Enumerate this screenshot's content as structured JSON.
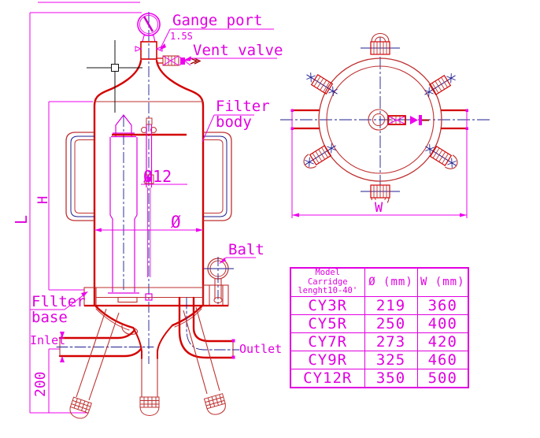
{
  "labels": {
    "gauge_port": "Gange port",
    "gauge_port_size": "1.5S",
    "vent_valve": "Vent valve",
    "filter_body_line1": "Filter",
    "filter_body_line2": "body",
    "cartridge_diameter": "Ø12",
    "body_diameter": "Ø",
    "bolt": "Balt",
    "filter_base_line1": "Fllter",
    "filter_base_line2": "base",
    "inlet": "Inlet",
    "outlet": "Outlet",
    "dim_200": "200",
    "dim_h": "H",
    "dim_l": "L",
    "dim_w": "W"
  },
  "table": {
    "headers": {
      "model_line1": "Model",
      "model_line2": "Carridge",
      "model_line3": "lenght10-40'",
      "diameter": "Ø (mm)",
      "width": "W (mm)"
    },
    "rows": [
      {
        "model": "CY3R",
        "diameter": "219",
        "width": "360"
      },
      {
        "model": "CY5R",
        "diameter": "250",
        "width": "400"
      },
      {
        "model": "CY7R",
        "diameter": "273",
        "width": "420"
      },
      {
        "model": "CY9R",
        "diameter": "325",
        "width": "460"
      },
      {
        "model": "CY12R",
        "diameter": "350",
        "width": "500"
      }
    ]
  },
  "colors": {
    "outline_red": "#d40000",
    "detail_red": "#bf3030",
    "dimension_magenta": "#ee00ee",
    "text_magenta": "#e100e1",
    "centerline_navy": "#1c1c8f",
    "cursor_black": "#111111",
    "background": "#ffffff"
  }
}
